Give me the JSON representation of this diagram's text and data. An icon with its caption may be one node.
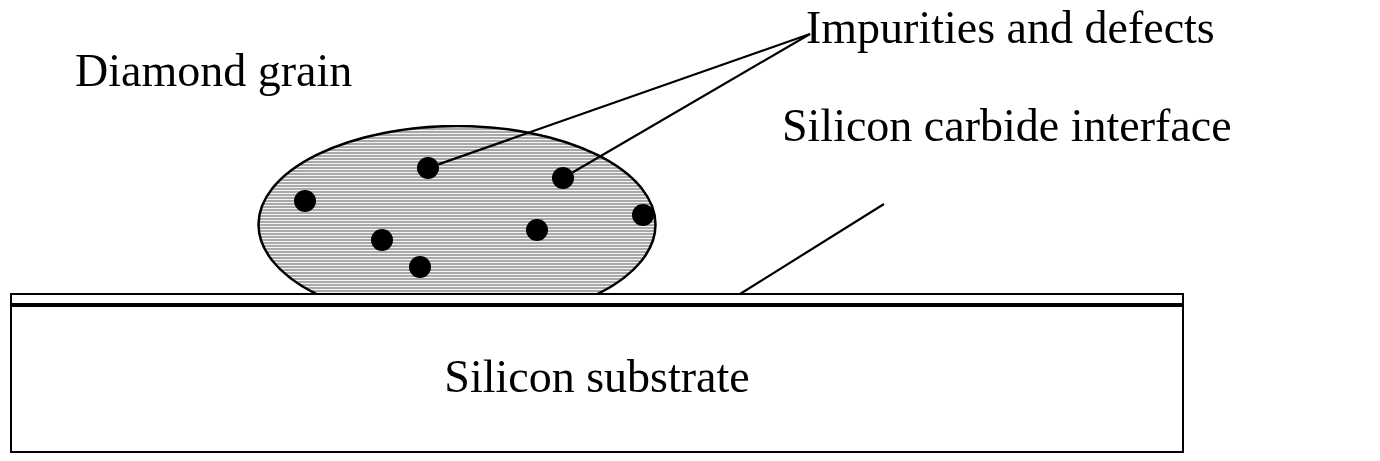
{
  "diagram": {
    "nodes": [
      {
        "text": [],
        "shape": "ellipse"
      },
      {
        "text": [],
        "shape": "circle",
        "in": 0
      },
      {
        "text": [],
        "shape": "circle",
        "in": 0
      },
      {
        "text": [],
        "shape": "circle",
        "in": 0
      },
      {
        "text": [],
        "shape": "circle",
        "in": 0
      },
      {
        "text": [],
        "shape": "circle",
        "in": 0
      },
      {
        "text": [],
        "shape": "circle",
        "in": 0
      },
      {
        "text": [],
        "shape": "circle",
        "in": 0
      },
      {
        "text": [
          "Impurities and defects"
        ]
      },
      {
        "text": [
          "Silicon carbide interface"
        ]
      },
      {
        "text": [],
        "shape": "bar"
      },
      {
        "text": [
          "Silicon substrate"
        ]
      }
    ],
    "edges": [
      {
        "from": 8,
        "to": 4,
        "arrow": "none"
      },
      {
        "from": 8,
        "to": 6,
        "arrow": "none"
      },
      {
        "from": 9,
        "to": 10,
        "arrow": "none"
      }
    ],
    "labels": [
      "Diamond grain"
    ]
  }
}
